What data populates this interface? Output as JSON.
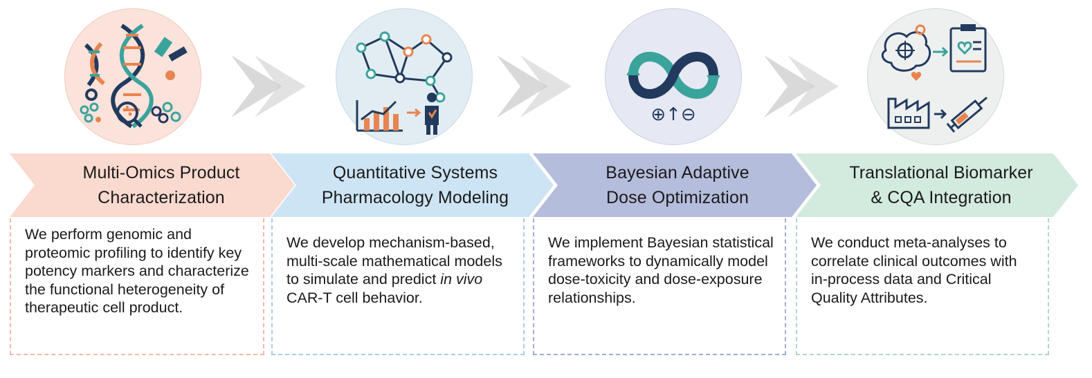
{
  "steps": [
    {
      "title_line1": "Multi-Omics Product",
      "title_line2": "Characterization",
      "description": "We perform genomic and proteomic profiling to identify key potency markers and characterize the functional heterogeneity of therapeutic cell product.",
      "icon": "dna-omics-icon",
      "colors": {
        "circle": "#fbe3dc",
        "circle_border": "#f2c6b8",
        "chevron": "#fad9cf",
        "border": "#f0b9ad"
      }
    },
    {
      "title_line1": "Quantitative Systems",
      "title_line2": "Pharmacology Modeling",
      "description_before": "We develop mechanism-based, multi-scale mathematical models to simulate and predict ",
      "description_italic": "in vivo",
      "description_after": " CAR-T cell behavior.",
      "icon": "network-model-icon",
      "colors": {
        "circle": "#e2edf3",
        "circle_border": "#c7d9e4",
        "chevron": "#cde4f4",
        "border": "#a9cde6"
      }
    },
    {
      "title_line1": "Bayesian Adaptive",
      "title_line2": "Dose Optimization",
      "description": "We implement Bayesian statistical frameworks to dynamically model dose-toxicity and dose-exposure relationships.",
      "icon": "infinity-loop-icon",
      "plus_up_minus": "⊕↑⊖",
      "colors": {
        "circle": "#e6e9f3",
        "circle_border": "#c8cde0",
        "chevron": "#b5bddc",
        "border": "#a4acd2"
      }
    },
    {
      "title_line1": "Translational Biomarker",
      "title_line2": "& CQA Integration",
      "description": "We conduct meta-analyses to correlate clinical outcomes with in-process data and Critical Quality Attributes.",
      "icon": "biomarker-factory-icon",
      "colors": {
        "circle": "#eef0f0",
        "circle_border": "#cfd8d6",
        "chevron": "#d3eadf",
        "border": "#b2d6c7"
      }
    }
  ],
  "palette": {
    "navy": "#223a5e",
    "teal": "#3aa39c",
    "orange": "#e8844f",
    "arrow_gray": "#d6d6d6"
  }
}
